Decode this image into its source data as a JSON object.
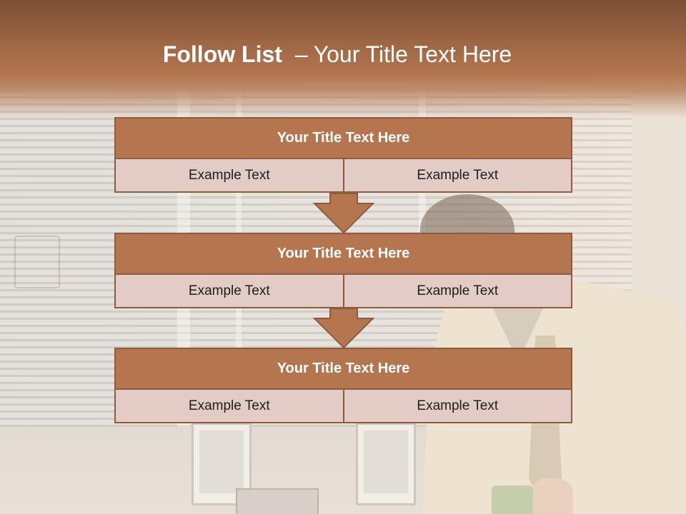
{
  "slide": {
    "title_bold": "Follow List",
    "title_separator": "–",
    "title_rest": "Your Title Text Here"
  },
  "steps": [
    {
      "title": "Your Title Text Here",
      "left_text": "Example Text",
      "right_text": "Example Text"
    },
    {
      "title": "Your Title Text Here",
      "left_text": "Example Text",
      "right_text": "Example Text"
    },
    {
      "title": "Your Title Text Here",
      "left_text": "Example Text",
      "right_text": "Example Text"
    }
  ],
  "icons": [
    "down-arrow-icon",
    "down-arrow-icon"
  ],
  "colors": {
    "header": "#7b4f34",
    "box_title": "#b5764f",
    "box_cell": "#e3ccc4",
    "border": "#8d5b3d",
    "title_text": "#ffffff"
  }
}
